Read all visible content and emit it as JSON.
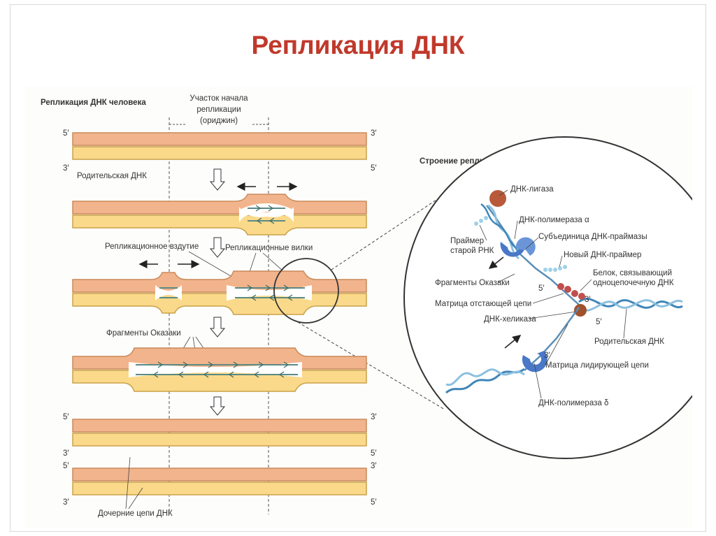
{
  "slide": {
    "title": "Репликация ДНК"
  },
  "left_panel": {
    "title": "Репликация ДНК человека",
    "origin_label": [
      "Участок начала",
      "репликации",
      "(ориджин)"
    ],
    "parental_dna_label": "Родительская ДНК",
    "replication_bubble_label": "Репликационное вздутие",
    "replication_forks_label": "Репликационные вилки",
    "okazaki_fragments_label": "Фрагменты Оказаки",
    "daughter_strands_label": "Дочерние цепи ДНК",
    "end_labels": {
      "five_prime": "5′",
      "three_prime": "3′"
    }
  },
  "right_panel": {
    "title": "Строение репликационной вилки",
    "labels": {
      "ligase": "ДНК-лигаза",
      "polymerase_alpha": "ДНК-полимераза α",
      "old_primer": [
        "Праймер",
        "старой РНК"
      ],
      "primase_subunit": "Субъединица ДНК-праймазы",
      "new_primer": "Новый ДНК-праймер",
      "ssb_protein": [
        "Белок, связывающий",
        "одноцепочечную ДНК"
      ],
      "okazaki": "Фрагменты Оказаки",
      "lagging_template": "Матрица отстающей цепи",
      "helicase": "ДНК-хеликаза",
      "parental_dna": "Родительская ДНК",
      "leading_template": "Матрица лидирующей цепи",
      "polymerase_delta": "ДНК-полимераза δ"
    }
  },
  "colors": {
    "top_strand": "#f2b48c",
    "bottom_strand": "#fbd98a",
    "strand_outline": "#c98a5a",
    "new_strand": "#5a8a84",
    "title": "#c0392b",
    "polymerase": "#4a78c8",
    "ligase": "#b85a3a"
  }
}
